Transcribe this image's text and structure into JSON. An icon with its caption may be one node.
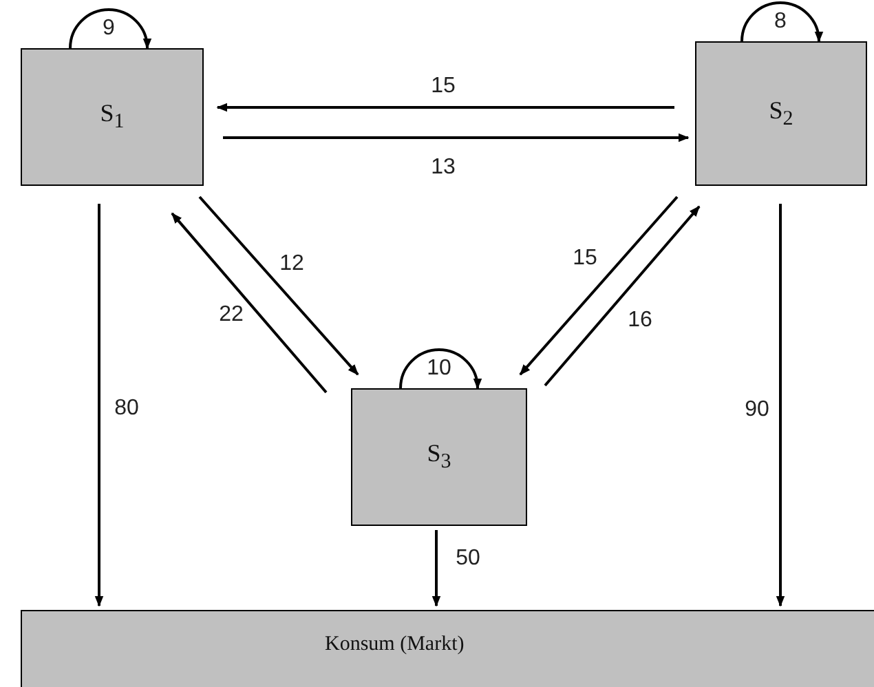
{
  "diagram": {
    "nodes": [
      {
        "text": [
          "S$_{1}$"
        ]
      },
      {
        "text": [
          "S$_{2}$"
        ]
      },
      {
        "text": [
          "S$_{3}$"
        ]
      },
      {
        "text": [
          "Konsum (Markt)"
        ]
      }
    ],
    "edges": [
      {
        "from": 0,
        "to": 0,
        "arrow": "to",
        "label": "9"
      },
      {
        "from": 1,
        "to": 1,
        "arrow": "to",
        "label": "8"
      },
      {
        "from": 1,
        "to": 0,
        "arrow": "to",
        "label": "15"
      },
      {
        "from": 0,
        "to": 1,
        "arrow": "to",
        "label": "13"
      },
      {
        "from": 0,
        "to": 2,
        "arrow": "to",
        "label": "12"
      },
      {
        "from": 2,
        "to": 0,
        "arrow": "to",
        "label": "22"
      },
      {
        "from": 1,
        "to": 2,
        "arrow": "to",
        "label": "15"
      },
      {
        "from": 2,
        "to": 1,
        "arrow": "to",
        "label": "16"
      },
      {
        "from": 2,
        "to": 2,
        "arrow": "to",
        "label": "10"
      },
      {
        "from": 0,
        "to": 3,
        "arrow": "to",
        "label": "80"
      },
      {
        "from": 2,
        "to": 3,
        "arrow": "to",
        "label": "50"
      },
      {
        "from": 1,
        "to": 3,
        "arrow": "to",
        "label": "90"
      }
    ]
  }
}
